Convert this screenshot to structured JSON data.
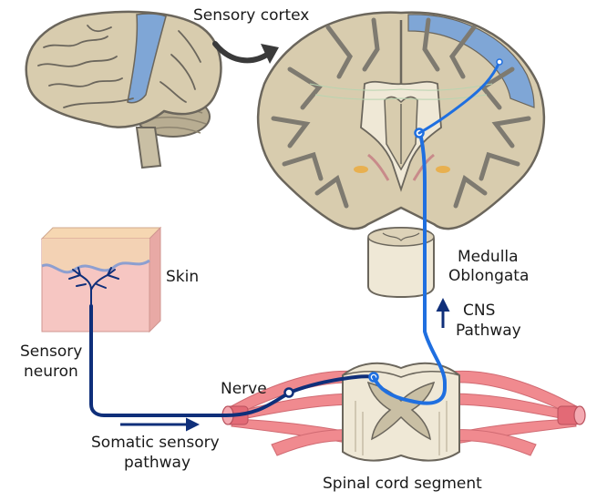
{
  "labels": {
    "sensory_cortex": "Sensory cortex",
    "medulla_line1": "Medulla",
    "medulla_line2": "Oblongata",
    "cns_line1": "CNS",
    "cns_line2": "Pathway",
    "skin": "Skin",
    "sensory_neuron_line1": "Sensory",
    "sensory_neuron_line2": "neuron",
    "nerve": "Nerve",
    "somatic_line1": "Somatic sensory",
    "somatic_line2": "pathway",
    "spinal_cord": "Spinal cord segment"
  },
  "colors": {
    "cortex_highlight": "#7fa6d6",
    "brain_tissue": "#d8ccae",
    "brain_outline": "#6b665c",
    "pathway_cns": "#1f6fe0",
    "pathway_peripheral": "#0f2f7a",
    "skin_surface": "#f3c9a6",
    "skin_dermis": "#f6c6c2",
    "muscle": "#f08a8f",
    "arrow_gray": "#3a3a3a"
  }
}
